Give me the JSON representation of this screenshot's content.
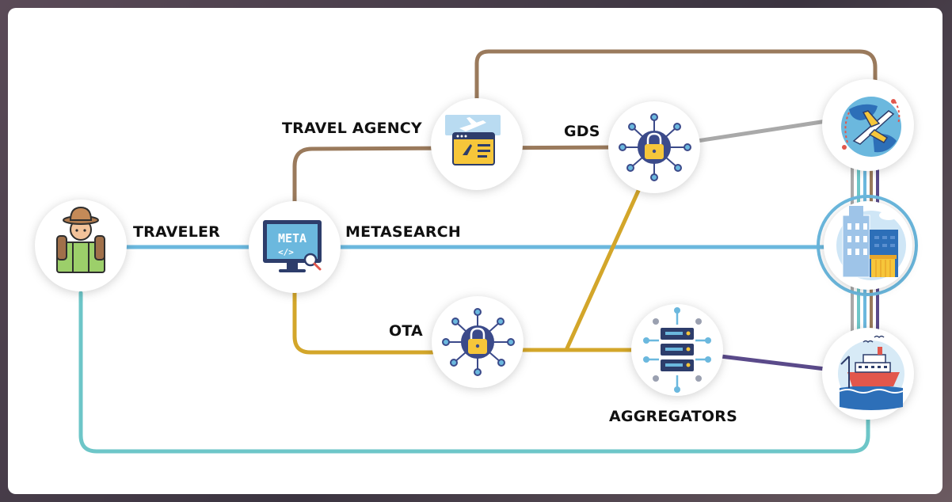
{
  "labels": {
    "traveler": "TRAVELER",
    "metasearch": "METASEARCH",
    "travel_agency": "TRAVEL AGENCY",
    "gds": "GDS",
    "ota": "OTA",
    "aggregators": "AGGREGATORS"
  },
  "icons": {
    "metasearch_screen_text": "META",
    "metasearch_code_text": "</>"
  },
  "colors": {
    "traveler_line": "#6dc6c8",
    "metasearch_line": "#6bb8de",
    "travel_agency_line": "#9a7a5c",
    "gds_line": "#a9a9a9",
    "ota_line": "#d3a62a",
    "aggregators_line": "#5a4a8a"
  }
}
